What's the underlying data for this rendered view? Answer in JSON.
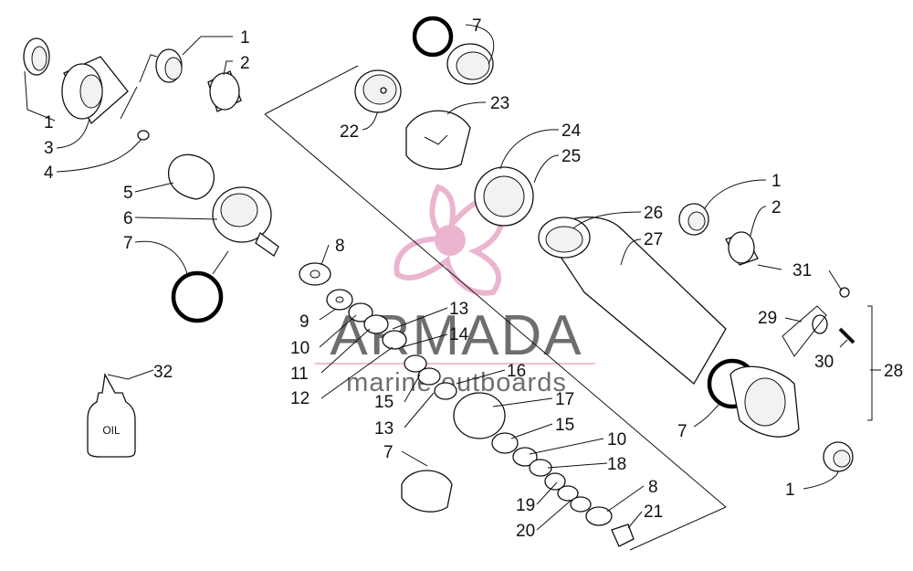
{
  "diagram": {
    "title": "",
    "callouts": [
      "1",
      "2",
      "3",
      "4",
      "5",
      "6",
      "7",
      "8",
      "9",
      "10",
      "11",
      "12",
      "13",
      "14",
      "15",
      "16",
      "17",
      "18",
      "19",
      "20",
      "21",
      "22",
      "23",
      "24",
      "25",
      "26",
      "27",
      "28",
      "29",
      "30",
      "31",
      "32"
    ],
    "oil_bottle_label": "OIL"
  },
  "watermark": {
    "brand": "ARMADA",
    "tagline": "marine outboards",
    "accent_color": "#e8a9c8"
  }
}
